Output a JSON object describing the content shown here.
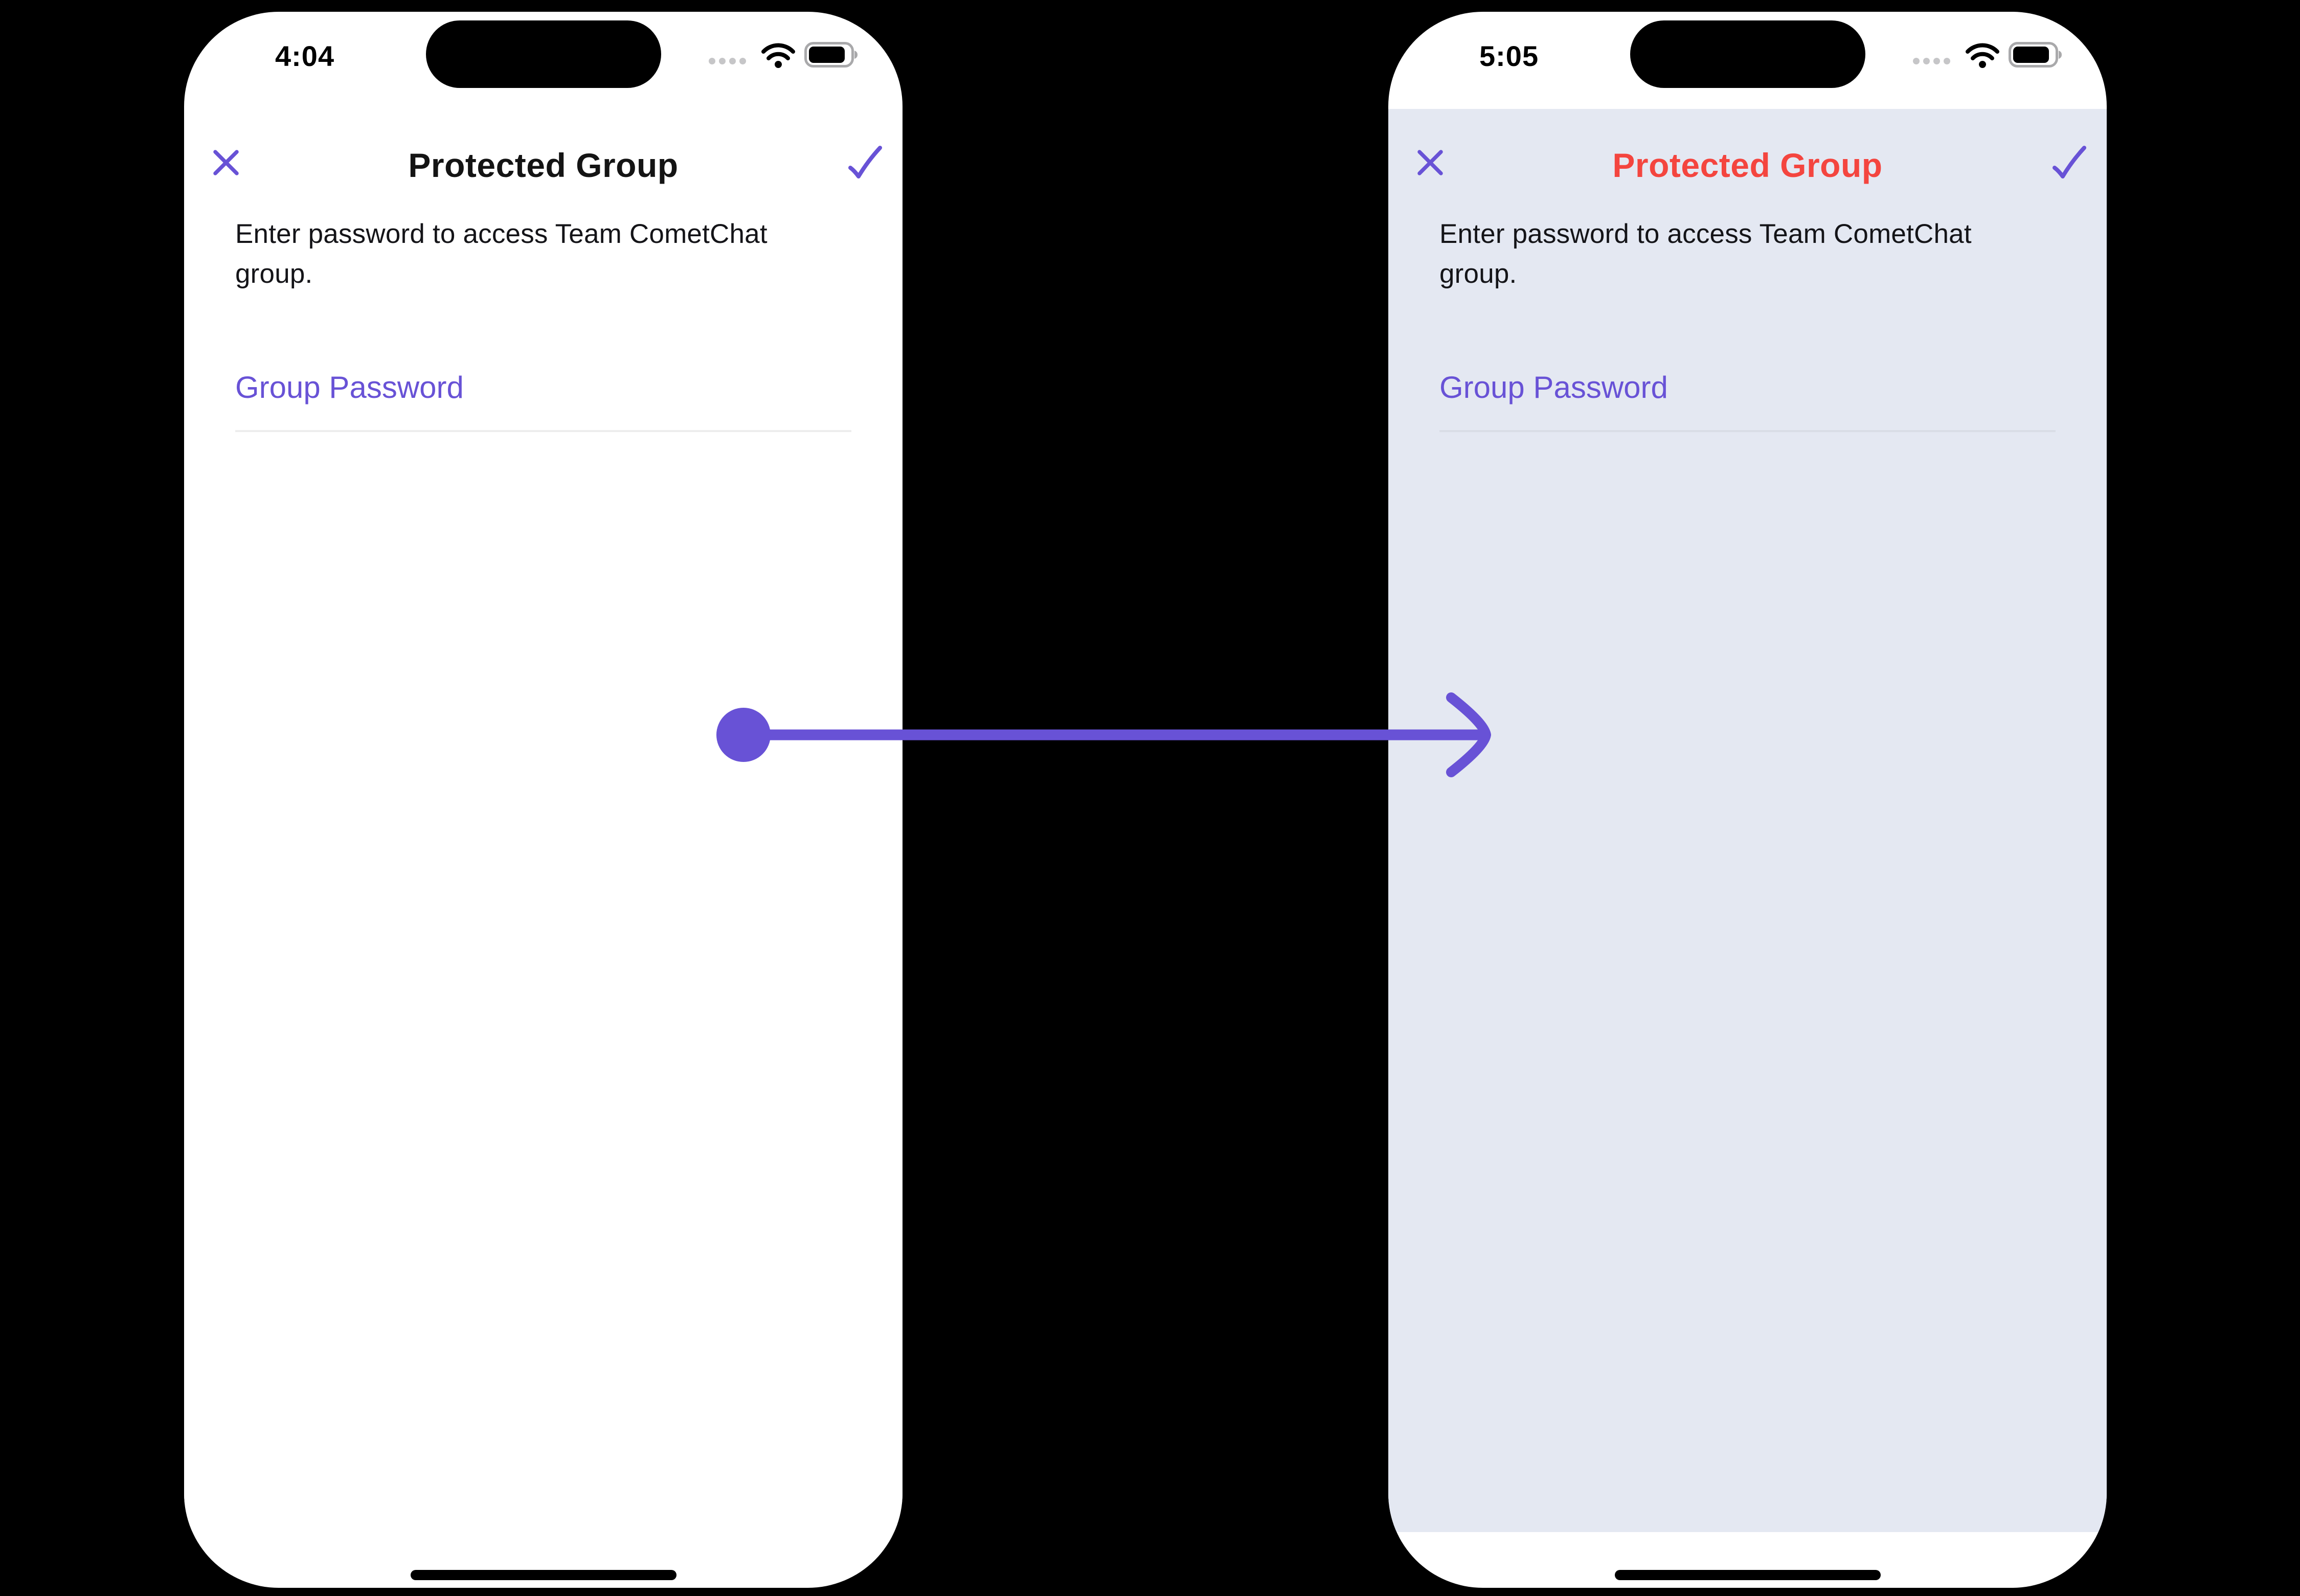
{
  "canvas": {
    "background": "#000000"
  },
  "arrow": {
    "color": "#6852D6",
    "direction": "right"
  },
  "icons": {
    "close": "x-mark",
    "confirm": "checkmark",
    "status": [
      "cellular-signal-dots",
      "wifi",
      "battery"
    ]
  },
  "phones": [
    {
      "name": "before",
      "status_bar": {
        "time": "4:04"
      },
      "nav": {
        "title": "Protected Group",
        "title_color": "#141414",
        "accent": "#6852D6"
      },
      "body": {
        "description": "Enter password to access Team CometChat group.",
        "field_label": "Group Password",
        "field_value": ""
      },
      "theme": {
        "screen_bg": "#FFFFFF",
        "sheet_bg": "#FFFFFF",
        "divider": "#EDEDED"
      }
    },
    {
      "name": "after",
      "status_bar": {
        "time": "5:05"
      },
      "nav": {
        "title": "Protected Group",
        "title_color": "#F4453F",
        "accent": "#6852D6"
      },
      "body": {
        "description": "Enter password to access Team CometChat group.",
        "field_label": "Group Password",
        "field_value": ""
      },
      "theme": {
        "screen_bg": "#FFFFFF",
        "sheet_bg": "#E4E8F2",
        "divider": "#D9DDE6"
      }
    }
  ]
}
